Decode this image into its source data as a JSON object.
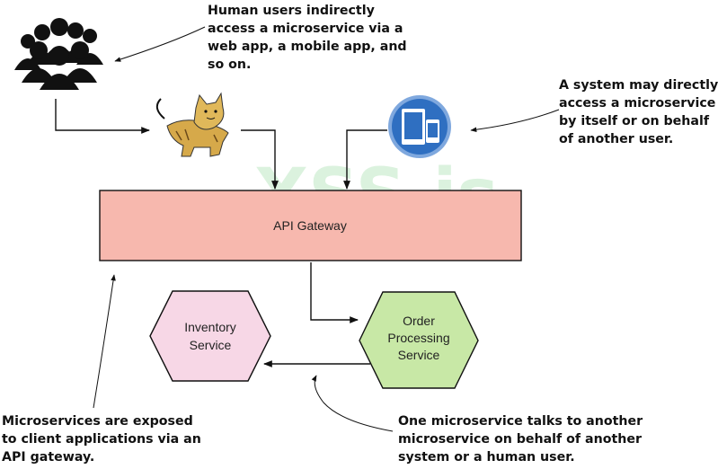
{
  "gateway": {
    "label": "API Gateway",
    "fill": "#f7b8ae"
  },
  "services": {
    "inventory": {
      "lines": [
        "Inventory",
        "Service"
      ],
      "fill": "#f7d7e6"
    },
    "order": {
      "lines": [
        "Order",
        "Processing",
        "Service"
      ],
      "fill": "#c8e8a6"
    }
  },
  "notes": {
    "human_users": [
      "Human users indirectly",
      "access a microservice via a",
      "web app, a mobile app, and",
      "so on."
    ],
    "system": [
      "A system may directly",
      "access a microservice",
      "by itself or on behalf",
      "of another user."
    ],
    "exposed": [
      "Microservices are exposed",
      "to client applications via an",
      "API gateway."
    ],
    "talks": [
      "One microservice talks to another",
      "microservice on behalf of another",
      "system or a human user."
    ]
  },
  "watermark": "XSS.is",
  "icons": {
    "users": "group-of-users-icon",
    "webapp": "tomcat-cat-icon",
    "mobile": "mobile-devices-icon"
  },
  "colors": {
    "device_circle": "#2f6fc1",
    "device_ring": "#7fa8de"
  }
}
